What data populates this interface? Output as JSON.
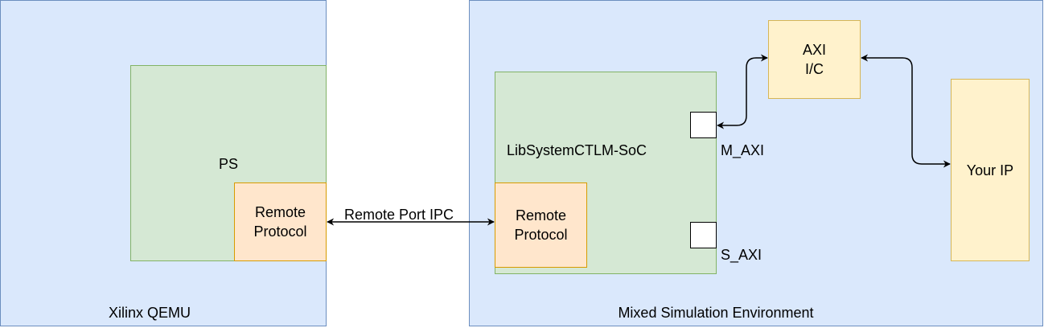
{
  "environments": {
    "left_label": "Xilinx QEMU",
    "right_label": "Mixed Simulation Environment"
  },
  "blocks": {
    "ps_label": "PS",
    "left_remote_label": "Remote\nProtocol",
    "soc_label": "LibSystemCTLM-SoC",
    "right_remote_label": "Remote\nProtocol",
    "axi_ic_label": "AXI\nI/C",
    "your_ip_label": "Your IP"
  },
  "ports": {
    "m_axi_label": "M_AXI",
    "s_axi_label": "S_AXI"
  },
  "links": {
    "ipc_label": "Remote Port IPC"
  },
  "colors": {
    "env_fill": "#dae8fc",
    "env_stroke": "#6c8ebf",
    "green_fill": "#d5e8d4",
    "green_stroke": "#82b366",
    "orange_fill": "#ffe6cc",
    "orange_stroke": "#d79b00",
    "yellow_fill": "#fff2cc",
    "yellow_stroke": "#d6b656"
  }
}
